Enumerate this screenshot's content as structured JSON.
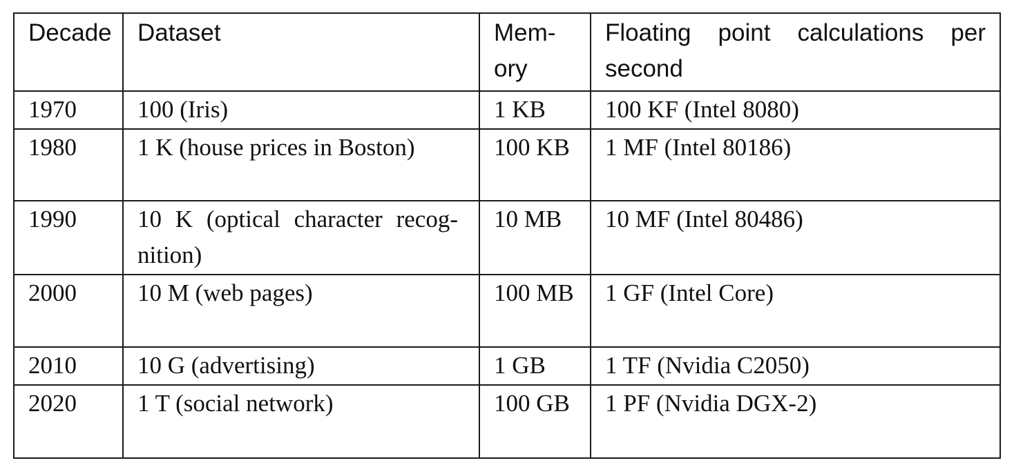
{
  "table": {
    "headers": {
      "decade": "Decade",
      "dataset": "Dataset",
      "memory": "Mem-ory",
      "memory_line1": "Mem-",
      "memory_line2": "ory",
      "flops": "Floating point calculations per second",
      "flops_line1": "Floating point calculations per",
      "flops_line2": "second"
    },
    "rows": [
      {
        "decade": "1970",
        "dataset": "100 (Iris)",
        "memory": "1 KB",
        "flops": "100 KF (Intel 8080)"
      },
      {
        "decade": "1980",
        "dataset": "1 K (house prices in Boston)",
        "memory": "100 KB",
        "flops": "1 MF (Intel 80186)"
      },
      {
        "decade": "1990",
        "dataset": "10 K (optical character recognition)",
        "dataset_line1": "10 K (optical character recog-",
        "dataset_line2": "nition)",
        "memory": "10 MB",
        "flops": "10 MF (Intel 80486)"
      },
      {
        "decade": "2000",
        "dataset": "10 M (web pages)",
        "memory": "100 MB",
        "flops": "1 GF (Intel Core)"
      },
      {
        "decade": "2010",
        "dataset": "10 G (advertising)",
        "memory": "1 GB",
        "flops": "1 TF (Nvidia C2050)"
      },
      {
        "decade": "2020",
        "dataset": "1 T (social network)",
        "memory": "100 GB",
        "flops": "1 PF (Nvidia DGX-2)"
      }
    ]
  }
}
